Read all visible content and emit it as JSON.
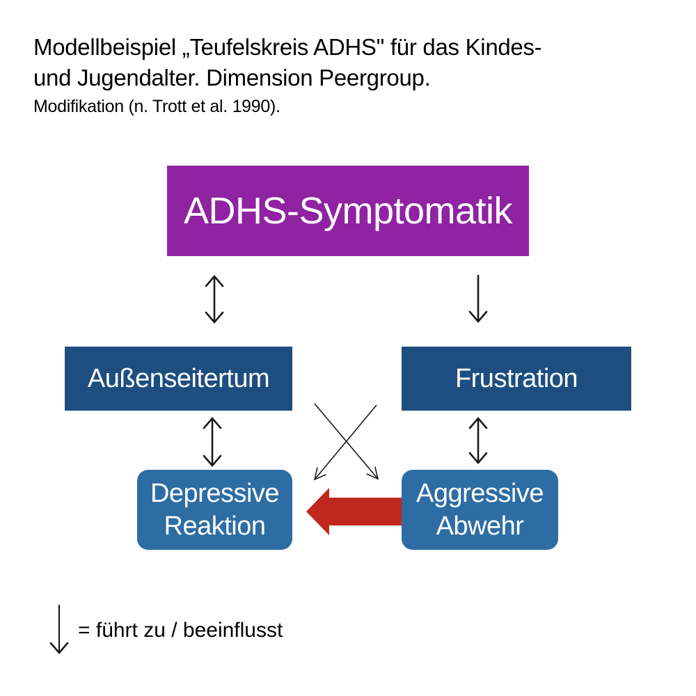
{
  "title": {
    "line1": "Modellbeispiel „Teufelskreis ADHS\" für das Kindes-",
    "line2": "und Jugendalter. Dimension Peergroup.",
    "line3": "Modifikation (n. Trott et al. 1990)."
  },
  "nodes": {
    "adhs": {
      "label": "ADHS-Symptomatik",
      "color": "#8f23a2"
    },
    "aussenseitertum": {
      "label": "Außenseitertum",
      "color": "#1e4e80"
    },
    "frustration": {
      "label": "Frustration",
      "color": "#1e4e80"
    },
    "depressive_reaktion": {
      "line1": "Depressive",
      "line2": "Reaktion",
      "color": "#2e6da4"
    },
    "aggressive_abwehr": {
      "line1": "Aggressive",
      "line2": "Abwehr",
      "color": "#2e6da4"
    }
  },
  "edges": [
    {
      "from": "ADHS-Symptomatik",
      "to": "Außenseitertum",
      "type": "bidirectional"
    },
    {
      "from": "ADHS-Symptomatik",
      "to": "Frustration",
      "type": "one-way-down"
    },
    {
      "from": "Außenseitertum",
      "to": "Depressive Reaktion",
      "type": "bidirectional"
    },
    {
      "from": "Frustration",
      "to": "Aggressive Abwehr",
      "type": "bidirectional"
    },
    {
      "from": "Außenseitertum",
      "to": "Aggressive Abwehr",
      "type": "one-way-cross"
    },
    {
      "from": "Frustration",
      "to": "Depressive Reaktion",
      "type": "one-way-cross"
    },
    {
      "from": "Aggressive Abwehr",
      "to": "Depressive Reaktion",
      "type": "red-block-arrow"
    }
  ],
  "colors": {
    "thin_arrow": "#1a1a1a",
    "red_block_arrow": "#c0281e",
    "purple": "#8f23a2",
    "dark_blue": "#1e4e80",
    "mid_blue": "#2e6da4"
  },
  "legend": {
    "text": "= führt zu / beeinflusst"
  }
}
